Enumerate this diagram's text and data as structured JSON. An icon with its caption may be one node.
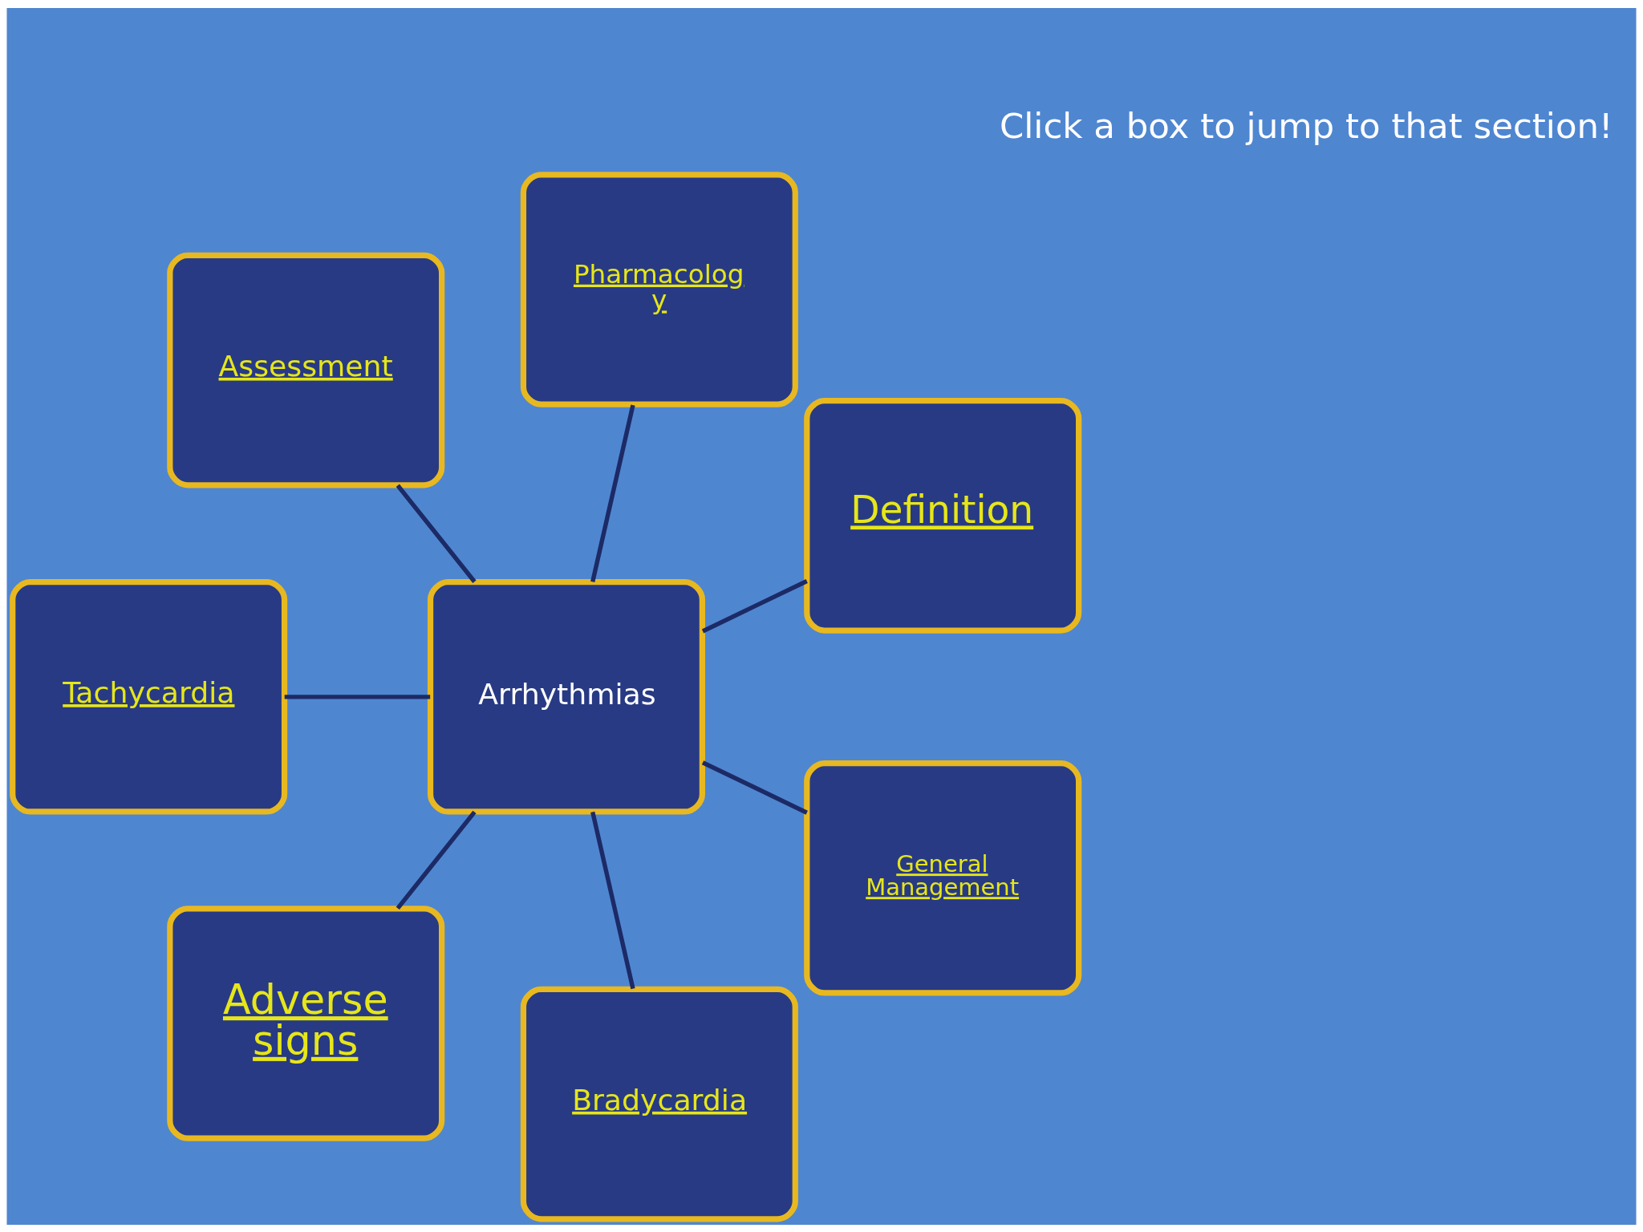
{
  "diagram": {
    "nodes": [
      {
        "text": [
          "Definition"
        ]
      },
      {
        "text": [
          "Pharmacolog y"
        ]
      },
      {
        "text": [
          "Assessment"
        ]
      },
      {
        "text": [
          "Arrhythmias"
        ]
      },
      {
        "text": [
          "Tachycardia"
        ]
      },
      {
        "text": [
          "Adverse signs"
        ]
      },
      {
        "text": [
          "Bradycardia"
        ]
      },
      {
        "text": [
          "General Management"
        ]
      }
    ],
    "edges": [
      {
        "from": 3,
        "to": 0,
        "arrow": "none"
      },
      {
        "from": 3,
        "to": 1,
        "arrow": "none"
      },
      {
        "from": 3,
        "to": 2,
        "arrow": "none"
      },
      {
        "from": 3,
        "to": 4,
        "arrow": "none"
      },
      {
        "from": 3,
        "to": 5,
        "arrow": "none"
      },
      {
        "from": 3,
        "to": 6,
        "arrow": "none"
      },
      {
        "from": 3,
        "to": 7,
        "arrow": "none"
      }
    ],
    "labels": [
      "Click a box to jump to that section!"
    ]
  }
}
